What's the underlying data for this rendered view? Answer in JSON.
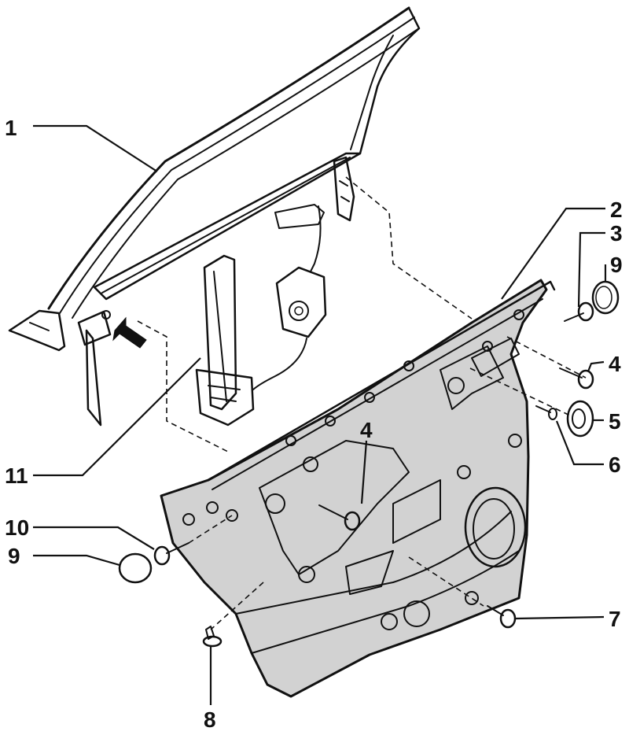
{
  "callouts": [
    {
      "id": "1",
      "text": "1"
    },
    {
      "id": "2",
      "text": "2"
    },
    {
      "id": "3",
      "text": "3"
    },
    {
      "id": "9a",
      "text": "9"
    },
    {
      "id": "4a",
      "text": "4"
    },
    {
      "id": "5",
      "text": "5"
    },
    {
      "id": "6",
      "text": "6"
    },
    {
      "id": "4b",
      "text": "4"
    },
    {
      "id": "7",
      "text": "7"
    },
    {
      "id": "8",
      "text": "8"
    },
    {
      "id": "9b",
      "text": "9"
    },
    {
      "id": "10",
      "text": "10"
    },
    {
      "id": "11",
      "text": "11"
    }
  ],
  "colors": {
    "ink": "#111111",
    "panel_fill": "#d2d2d2",
    "background": "#ffffff"
  },
  "icons": [
    "door-frame-icon",
    "window-regulator-icon",
    "door-inner-panel-icon",
    "screw-icon",
    "cap-icon",
    "grommet-icon",
    "rivet-icon",
    "arrow-icon"
  ]
}
